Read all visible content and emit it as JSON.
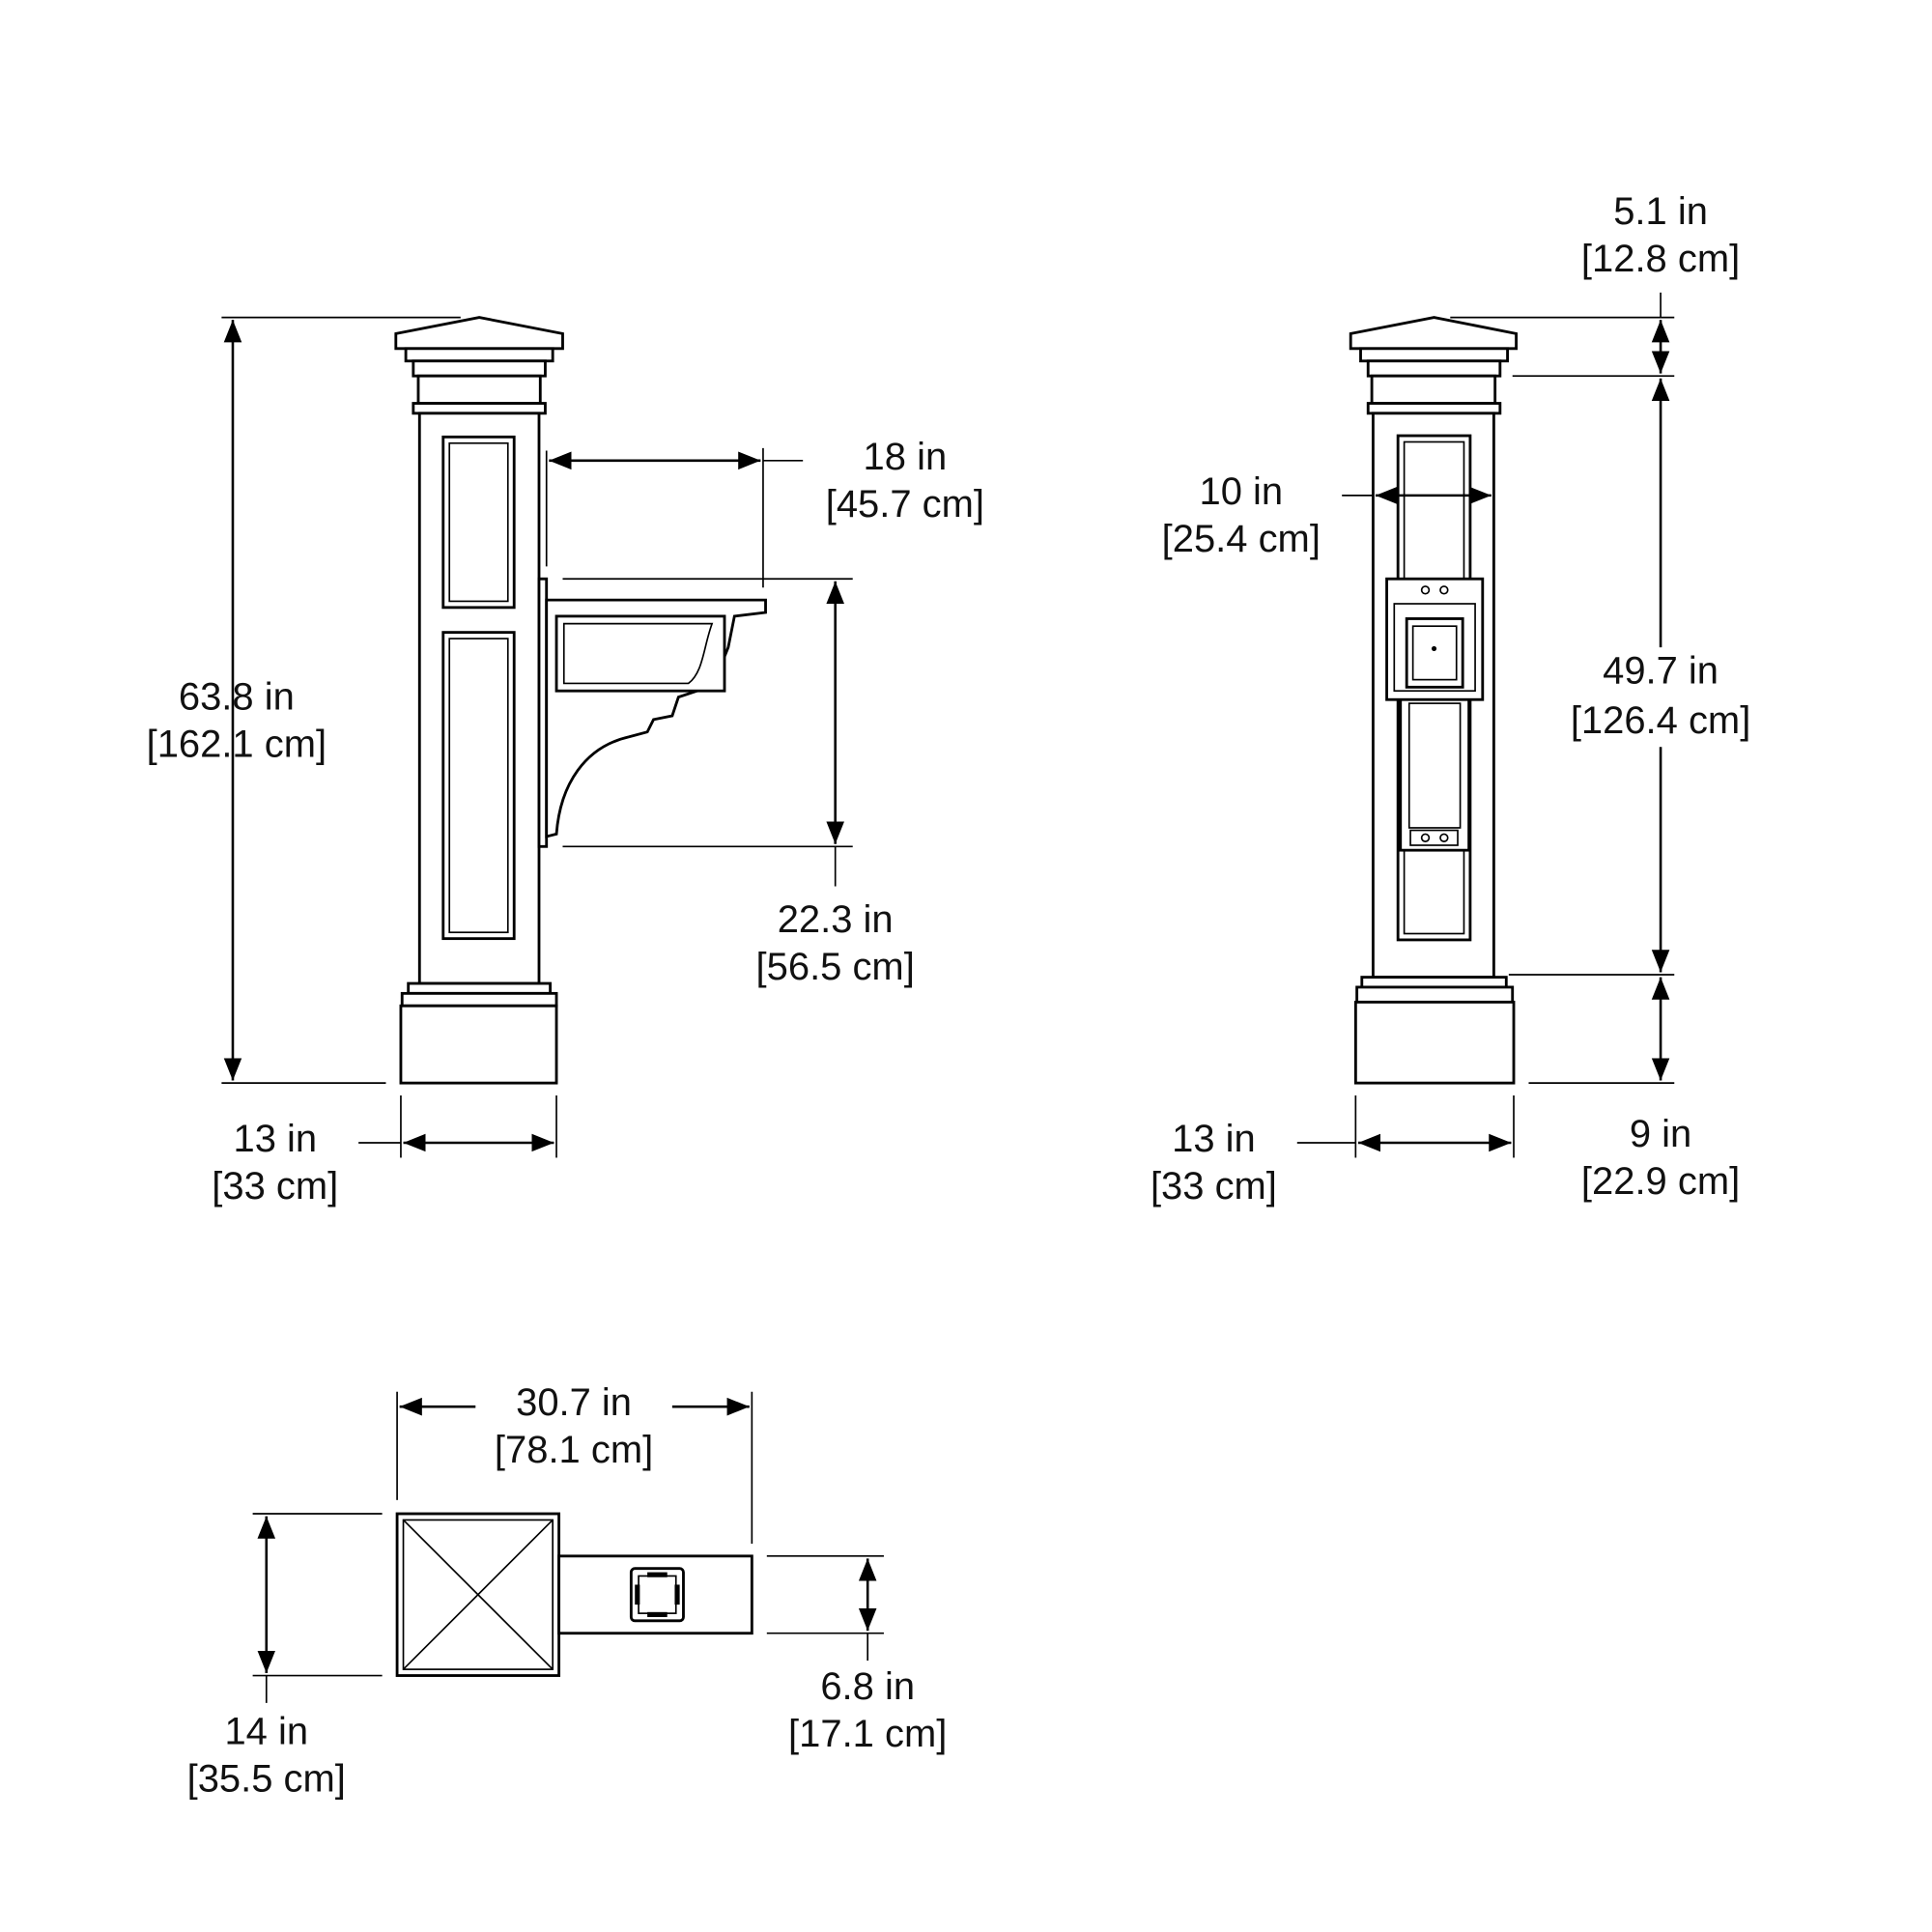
{
  "front_view": {
    "height": {
      "in": "63.8 in",
      "cm": "[162.1 cm]"
    },
    "arm_length": {
      "in": "18 in",
      "cm": "[45.7 cm]"
    },
    "bracket_height": {
      "in": "22.3 in",
      "cm": "[56.5 cm]"
    },
    "base_width": {
      "in": "13 in",
      "cm": "[33 cm]"
    }
  },
  "side_view": {
    "cap_height": {
      "in": "5.1 in",
      "cm": "[12.8 cm]"
    },
    "post_width": {
      "in": "10 in",
      "cm": "[25.4 cm]"
    },
    "shaft_height": {
      "in": "49.7 in",
      "cm": "[126.4 cm]"
    },
    "base_height": {
      "in": "9 in",
      "cm": "[22.9 cm]"
    },
    "base_width": {
      "in": "13 in",
      "cm": "[33 cm]"
    }
  },
  "top_view": {
    "total_length": {
      "in": "30.7 in",
      "cm": "[78.1 cm]"
    },
    "post_depth": {
      "in": "14 in",
      "cm": "[35.5 cm]"
    },
    "arm_width": {
      "in": "6.8 in",
      "cm": "[17.1 cm]"
    }
  }
}
